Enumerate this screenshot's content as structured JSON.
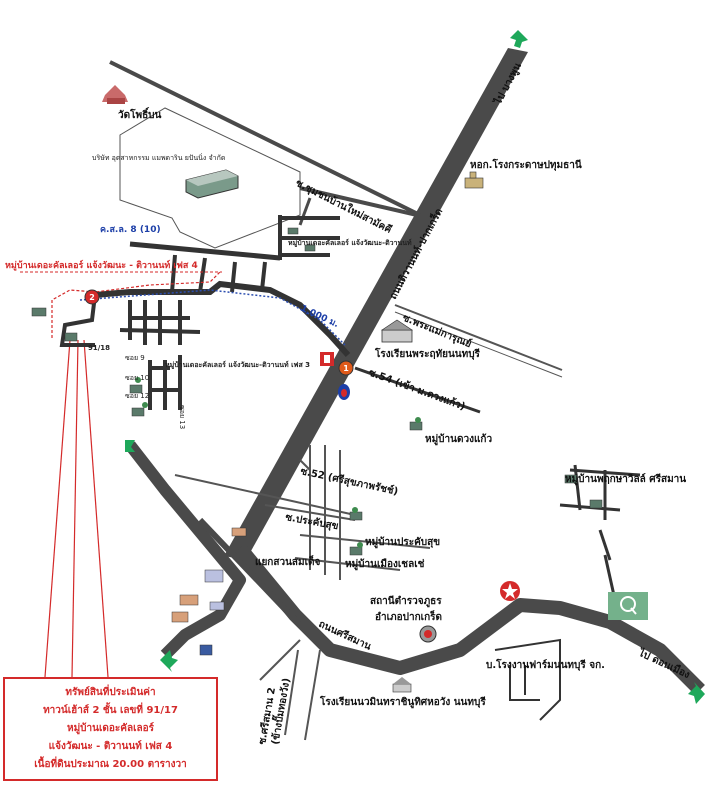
{
  "labels": {
    "temple": "วัดโพธิ์บน",
    "company": "บริษัท อุดสาหกรรม แมพดาริน ยปันนิ่ง จำกัด",
    "dorm": "หอก.โรงกระดาษปทุมธานี",
    "kso8": "ค.ส.ล. 8 (10)",
    "soi_bansai": "ซ.ชุมชนบ้านใหม่สามัคคี",
    "village_the_connor": "หมู่บ้านเดอะคัลเลอร์ แจ้งวัฒนะ-ติวานนท์",
    "subject_village_red": "หมู่บ้านเดอะคัลเลอร์ แจ้งวัฒนะ - ติวานนท์ เฟส 4",
    "marker_2": "2",
    "marker_1": "1",
    "unit_9118": "91/18",
    "distance": "1,000 ม.",
    "soi_phramae": "ซ.พระแม่การุณย์",
    "school_phrathai": "โรงเรียนพระฤทัยนนทบุรี",
    "soi54": "ซ.54 (เข้า ม.ดวงแก้ว)",
    "village_phase3": "หมู่บ้านเดอะคัลเลอร์ แจ้งวัฒนะ-ติวานนท์ เฟส 3",
    "soi9": "ซอย 9",
    "soi10": "ซอย 10",
    "soi12": "ซอย 12",
    "soi13": "ซอย 13",
    "village_duangkaew": "หมู่บ้านดวงแก้ว",
    "village_prueksa": "หมู่บ้านพฤกษาวิลล์ ศรีสมาน",
    "soi52": "ซ.52 (ศรีสุขภาพรัชช์)",
    "soi_prachasuk": "ซ.ประคับสุข",
    "village_prachasuk": "หมู่บ้านประคับสุข",
    "village_muangcherry": "หมู่บ้านเมืองเชลเช่",
    "junction": "แยกสวนสมเด็จ",
    "police": "สถานีตำรวจภูธร",
    "district": "อำเภอปากเกร็ด",
    "rd_srisaman": "ถนนศรีสมาน",
    "rd_tiwanon": "ถนนติวานนท์-ปากเกร็ด",
    "to_bangpun": "ไป บางพูน",
    "to_donmuang": "ไป ดอนเมือง",
    "factory": "บ.โรงงานฟาร์มนนทบุรี จก.",
    "school_nawamin": "โรงเรียนนวมินทราชินูทิศหอวัง นนทบุรี",
    "soi_srisaman2": "ซ.ศรีสมาน 2",
    "soi_srisaman2_sub": "(ข้างปั๊มทองวัง)"
  },
  "legend": {
    "line1": "ทรัพย์สินที่ประเมินค่า",
    "line2": "ทาวน์เฮ้าส์ 2 ชั้น เลขที่ 91/17",
    "line3": "หมู่บ้านเดอะคัลเลอร์",
    "line4": "แจ้งวัฒนะ - ติวานนท์ เฟส 4",
    "line5": "เนื้อที่ดินประมาณ 20.00 ตารางวา"
  },
  "colors": {
    "road": "#4a4a4a",
    "highlight": "#d42a2a",
    "route": "#2d4fb0",
    "arrow": "#1ea85a"
  },
  "icons": [
    "temple-icon",
    "factory-icon",
    "school-icon",
    "gas-station-icon",
    "police-icon",
    "hotel-logo-icon",
    "star-icon",
    "house-icon",
    "tree-icon"
  ]
}
